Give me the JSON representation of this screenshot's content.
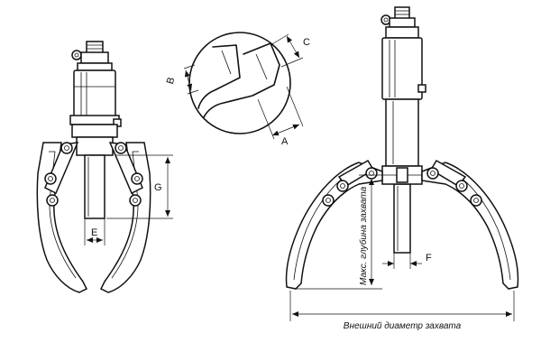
{
  "labels": {
    "A": "A",
    "B": "B",
    "C": "C",
    "E": "E",
    "F": "F",
    "G": "G",
    "max_depth": "Макс. глубина захвата",
    "outer_diameter": "Внешний диаметр захвата"
  }
}
